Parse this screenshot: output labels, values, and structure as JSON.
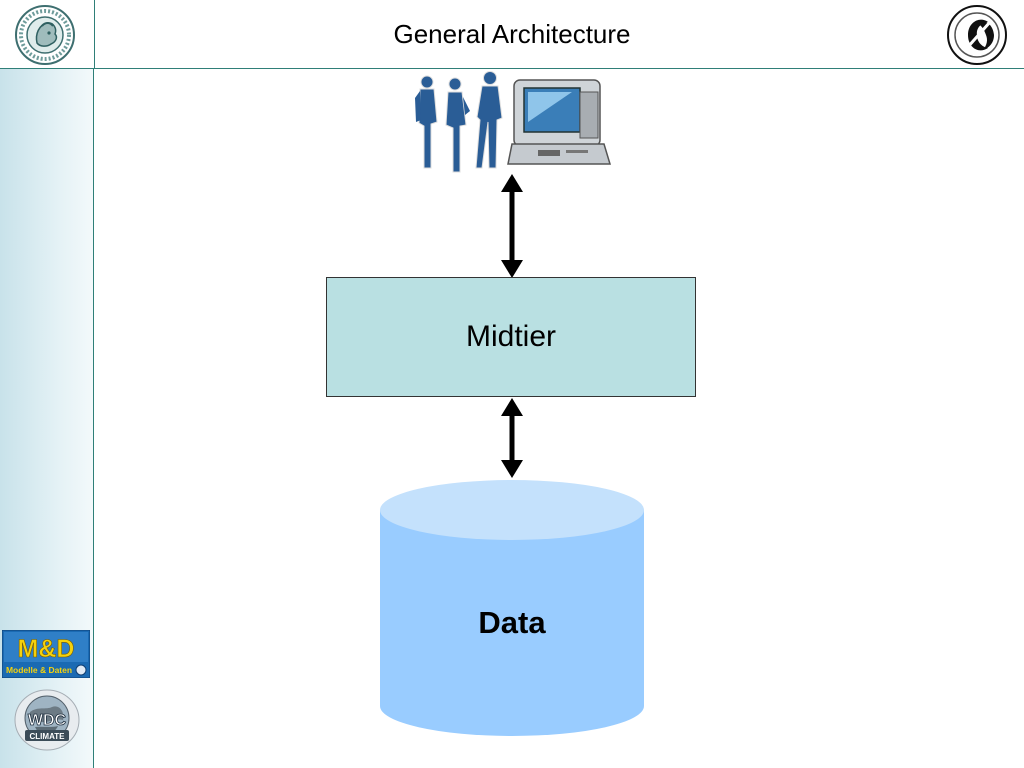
{
  "header": {
    "title": "General Architecture",
    "left_logo_icon": "mpg-minerva-logo-icon",
    "right_logo_icon": "dkrz-logo-icon"
  },
  "sidebar": {
    "md_logo": {
      "main_text": "M&D",
      "sub_text": "Modelle & Daten"
    },
    "wdc_logo": {
      "main_text": "WDC",
      "sub_text": "CLIMATE"
    }
  },
  "diagram": {
    "users_icon": "users-and-computer-icon",
    "midtier_label": "Midtier",
    "data_label": "Data",
    "colors": {
      "accent_line": "#2f7f78",
      "midtier_fill": "#b9e0e2",
      "cylinder_body": "#99ccff",
      "cylinder_top": "#c4e1fc",
      "figures": "#2a5d96"
    }
  }
}
